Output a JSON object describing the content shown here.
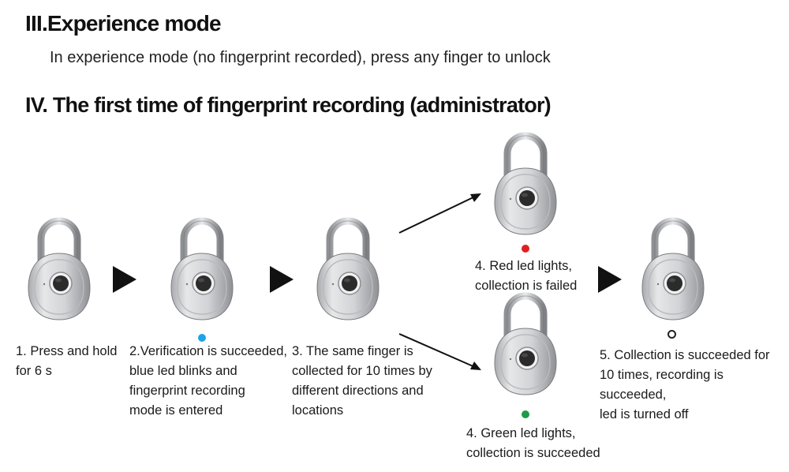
{
  "section3": {
    "title": "III.Experience mode",
    "body": "In experience mode (no fingerprint recorded), press any finger to unlock"
  },
  "section4": {
    "title": "IV. The first time of fingerprint recording (administrator)"
  },
  "steps": {
    "step1": "1. Press and hold\nfor 6 s",
    "step2": "2.Verification is succeeded,\n  blue led blinks and\n  fingerprint recording\n  mode is entered",
    "step3": "3. The same finger is\n  collected for 10 times by\n  different directions and\n  locations",
    "step4_red": "4. Red led lights,\n  collection is failed",
    "step4_green": "4. Green led lights,\n  collection is succeeded",
    "step5": "5. Collection is succeeded for\n10 times, recording is succeeded,\nled is turned off"
  },
  "icons": {
    "padlock": "fingerprint-padlock-icon",
    "arrow": "triangle-arrow-icon",
    "diagonal_arrow": "diagonal-arrow-icon"
  },
  "colors": {
    "led_blue": "#1fa3e8",
    "led_red": "#e02020",
    "led_green": "#1f9a4a",
    "lock_body": "#d9dadc",
    "lock_sensor": "#2b2b2b"
  }
}
